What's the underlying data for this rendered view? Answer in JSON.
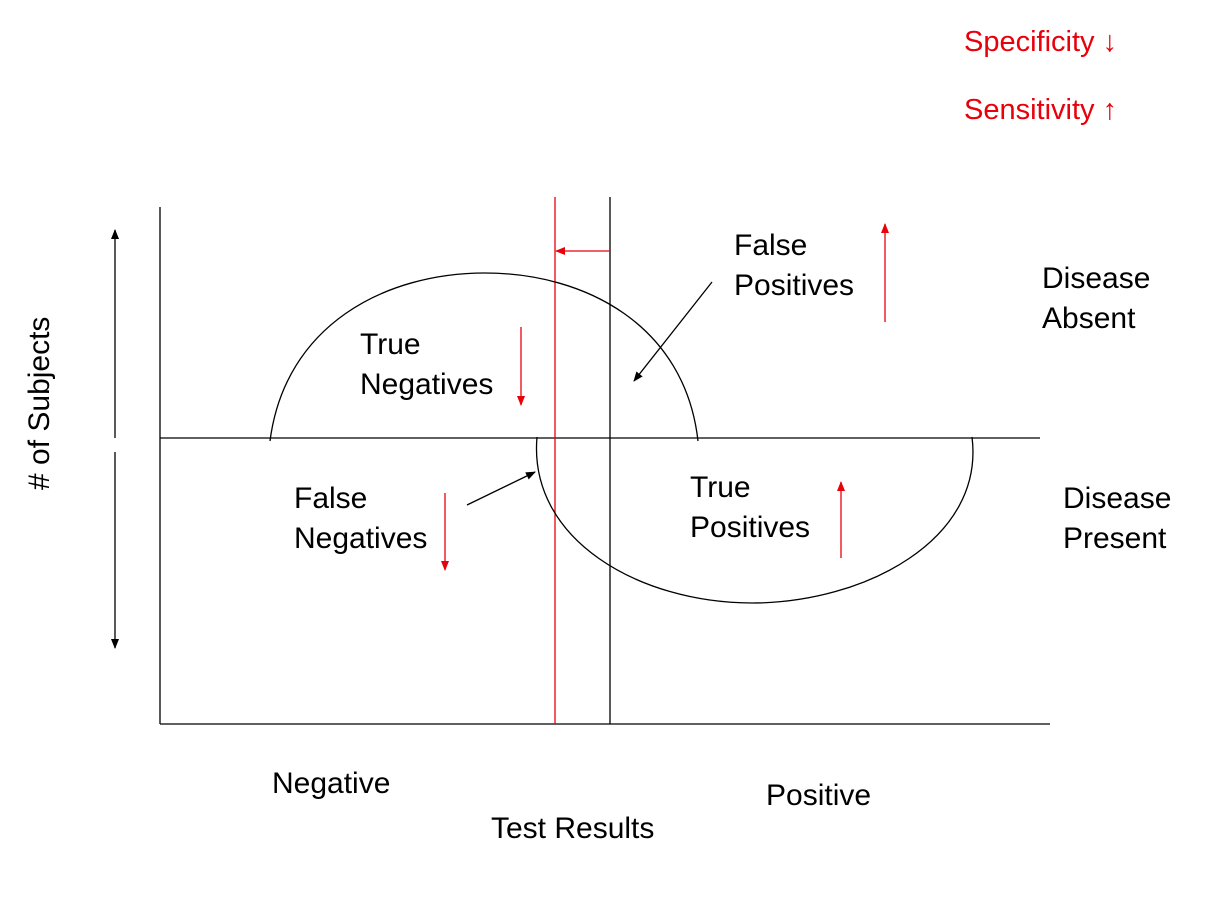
{
  "legend": {
    "specificity": "Specificity ↓",
    "sensitivity": "Sensitivity ↑"
  },
  "regions": {
    "false_positives": [
      "False",
      "Positives"
    ],
    "true_negatives": [
      "True",
      "Negatives"
    ],
    "false_negatives": [
      "False",
      "Negatives"
    ],
    "true_positives": [
      "True",
      "Positives"
    ]
  },
  "groups": {
    "disease_absent": [
      "Disease",
      "Absent"
    ],
    "disease_present": [
      "Disease",
      "Present"
    ]
  },
  "axes": {
    "y_label": "# of Subjects",
    "x_label": "Test Results",
    "x_left": "Negative",
    "x_right": "Positive"
  },
  "colors": {
    "accent": "#e8000b",
    "ink": "#000000"
  }
}
